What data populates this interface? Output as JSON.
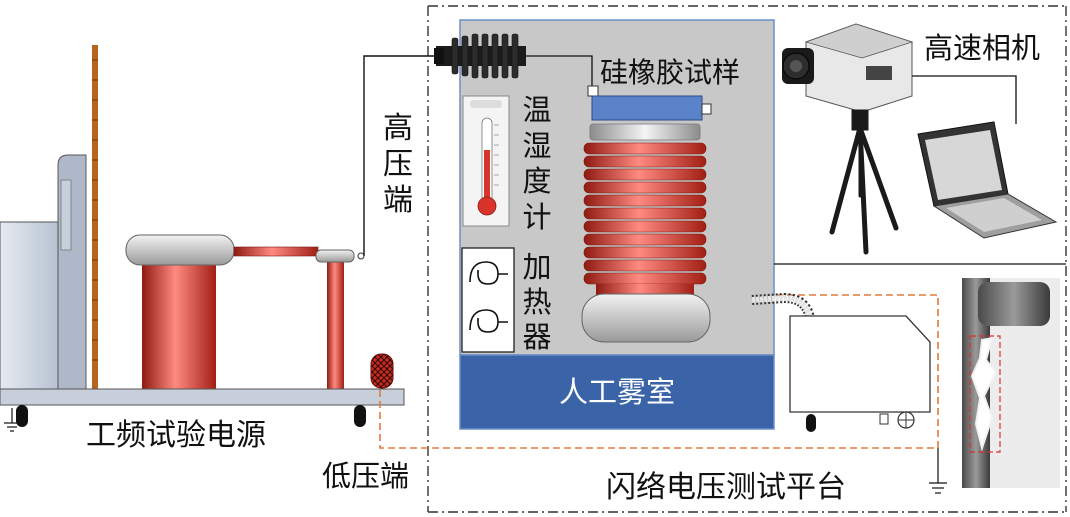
{
  "labels": {
    "high_voltage_end": "高压端",
    "low_voltage_end": "低压端",
    "power_source": "工频试验电源",
    "silicone_sample": "硅橡胶试样",
    "hygrometer": "温湿度计",
    "heater": "加热器",
    "fog_chamber": "人工雾室",
    "high_speed_camera": "高速相机",
    "test_platform": "闪络电压测试平台"
  },
  "colors": {
    "chamber_bg": "#c8c8c8",
    "chamber_base": "#3b64a8",
    "chamber_border": "#6a8fc8",
    "insulator_red": "#c92a1e",
    "sample_blue": "#5a82c8",
    "ground_wire": "#e07a3a",
    "power_box": "#cfd6e2",
    "ruler": "#b5651d"
  },
  "icons": {
    "ground": "ground-symbol-icon",
    "camera": "camera-icon",
    "tripod": "tripod-icon",
    "laptop": "laptop-icon",
    "thermometer": "thermometer-icon",
    "heater_coil": "heater-coil-icon",
    "bushing": "bushing-icon",
    "fog_generator": "fog-generator-icon"
  }
}
